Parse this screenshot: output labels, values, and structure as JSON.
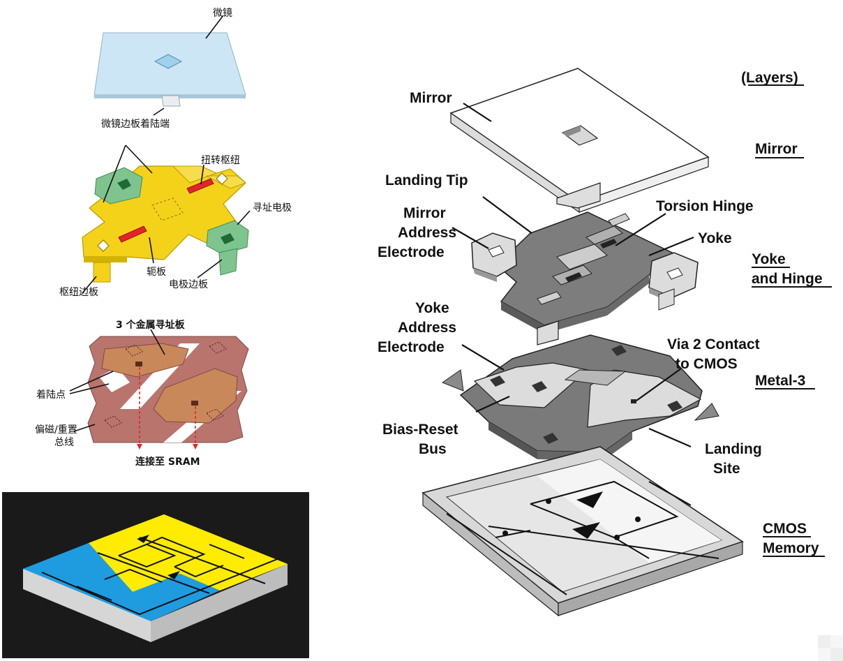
{
  "left_panel": {
    "mirror_label": "微镜",
    "mirror_landing_label": "微镜边板着陆端",
    "torsion_hinge_label": "扭转枢纽",
    "address_electrode_label": "寻址电极",
    "yoke_label": "轭板",
    "hinge_edge_label": "枢纽边板",
    "electrode_edge_label": "电极边板",
    "metal_pads_label": "3 个金属寻址板",
    "landing_point_label": "着陆点",
    "bias_bus_label_line1": "偏磁/重置",
    "bias_bus_label_line2": "总线",
    "sram_label": "连接至 SRAM",
    "colors": {
      "mirror": "#cde6f5",
      "yoke": "#f4d21a",
      "hinge": "#e3242b",
      "electrode": "#7fc48f",
      "metal": "#b9746e",
      "pad": "#c9885a"
    }
  },
  "cmos_render": {
    "background": "#1a1a1a",
    "colors": {
      "blue": "#1f9be0",
      "yellow": "#ffec00",
      "side": "#cfcfcf"
    }
  },
  "right_panel": {
    "layers_header": "(Layers)",
    "layers": {
      "mirror": "Mirror",
      "yoke_line1": "Yoke",
      "yoke_line2": "and Hinge",
      "metal3": "Metal-3",
      "cmos_line1": "CMOS",
      "cmos_line2": "Memory"
    },
    "callouts": {
      "mirror": "Mirror",
      "landing_tip": "Landing Tip",
      "mirror_address_1": "Mirror",
      "mirror_address_2": "Address",
      "mirror_address_3": "Electrode",
      "torsion_hinge": "Torsion Hinge",
      "yoke": "Yoke",
      "yoke_address_1": "Yoke",
      "yoke_address_2": "Address",
      "yoke_address_3": "Electrode",
      "via2_1": "Via 2 Contact",
      "via2_2": "to CMOS",
      "bias_reset_1": "Bias-Reset",
      "bias_reset_2": "Bus",
      "landing_site_1": "Landing",
      "landing_site_2": "Site"
    }
  }
}
